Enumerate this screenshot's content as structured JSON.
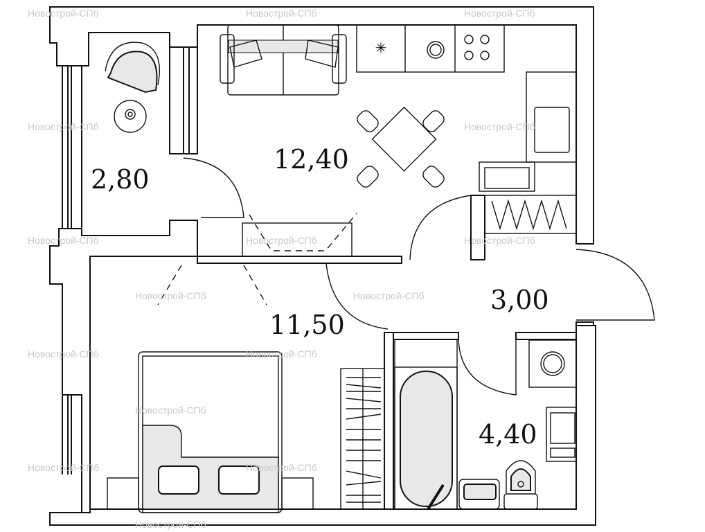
{
  "plan": {
    "rooms": [
      {
        "name": "balcony",
        "area": "2,80"
      },
      {
        "name": "kitchen-living",
        "area": "12,40"
      },
      {
        "name": "bedroom",
        "area": "11,50"
      },
      {
        "name": "hallway",
        "area": "3,00"
      },
      {
        "name": "bathroom",
        "area": "4,40"
      }
    ],
    "watermark": "Новострой-СПб",
    "colors": {
      "line": "#111111",
      "fill": "#e8e8e8",
      "background": "#ffffff"
    }
  }
}
